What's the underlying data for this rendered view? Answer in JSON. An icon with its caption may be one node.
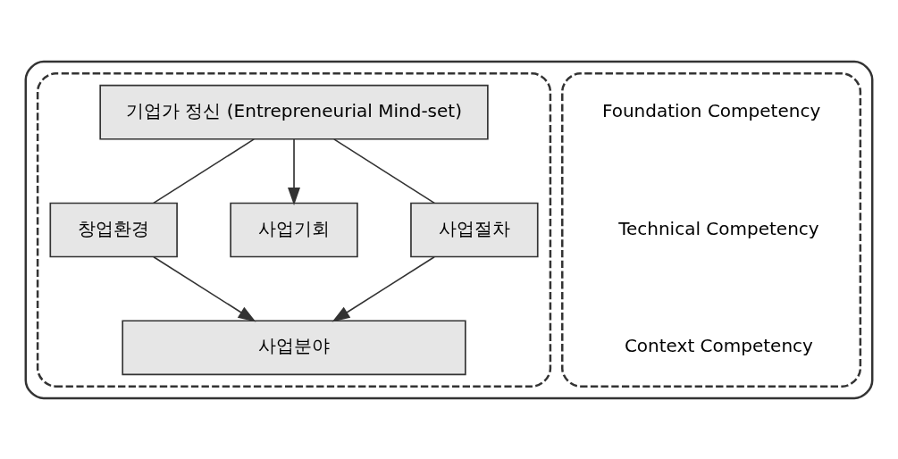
{
  "diagram": {
    "nodes": [
      {
        "text": [],
        "shape": "box"
      },
      {
        "text": [],
        "shape": "ellipse",
        "in": 0
      },
      {
        "text": [
          "Foundation Competency"
        ],
        "in": 1
      },
      {
        "text": [
          "Technical Competency"
        ],
        "in": 1
      },
      {
        "text": [
          "Context Competency"
        ],
        "in": 1
      },
      {
        "text": [],
        "shape": "ellipse",
        "in": 0
      },
      {
        "text": [
          "기업가 정신 (Entrepreneurial Mind-set)"
        ],
        "in": 5
      },
      {
        "text": [
          "창업환경"
        ],
        "in": 5
      },
      {
        "text": [
          "사업기회"
        ],
        "in": 5
      },
      {
        "text": [
          "사업절차"
        ],
        "in": 5
      },
      {
        "text": [
          "사업분야"
        ],
        "in": 5
      }
    ],
    "edges": [
      {
        "from": 6,
        "to": 8,
        "arrow": "to"
      },
      {
        "from": 6,
        "to": 7,
        "arrow": "none"
      },
      {
        "from": 7,
        "to": 10,
        "arrow": "to"
      },
      {
        "from": 6,
        "to": 9,
        "arrow": "none"
      },
      {
        "from": 9,
        "to": 10,
        "arrow": "to"
      }
    ]
  }
}
